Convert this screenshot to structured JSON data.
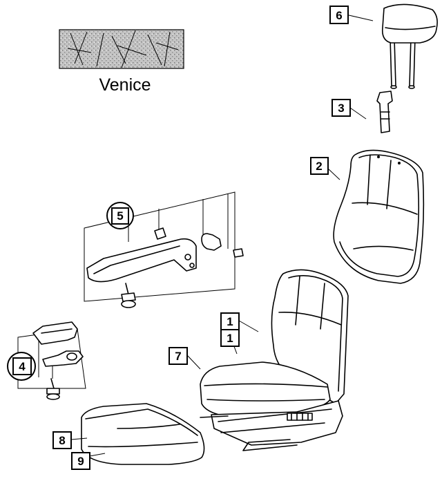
{
  "swatch": {
    "label": "Venice"
  },
  "callouts": [
    "1",
    "1",
    "2",
    "3",
    "4",
    "5",
    "6",
    "7",
    "8",
    "9"
  ],
  "colors": {
    "ink": "#000000",
    "paper": "#ffffff",
    "swatch_fill": "#b9b9b9"
  }
}
